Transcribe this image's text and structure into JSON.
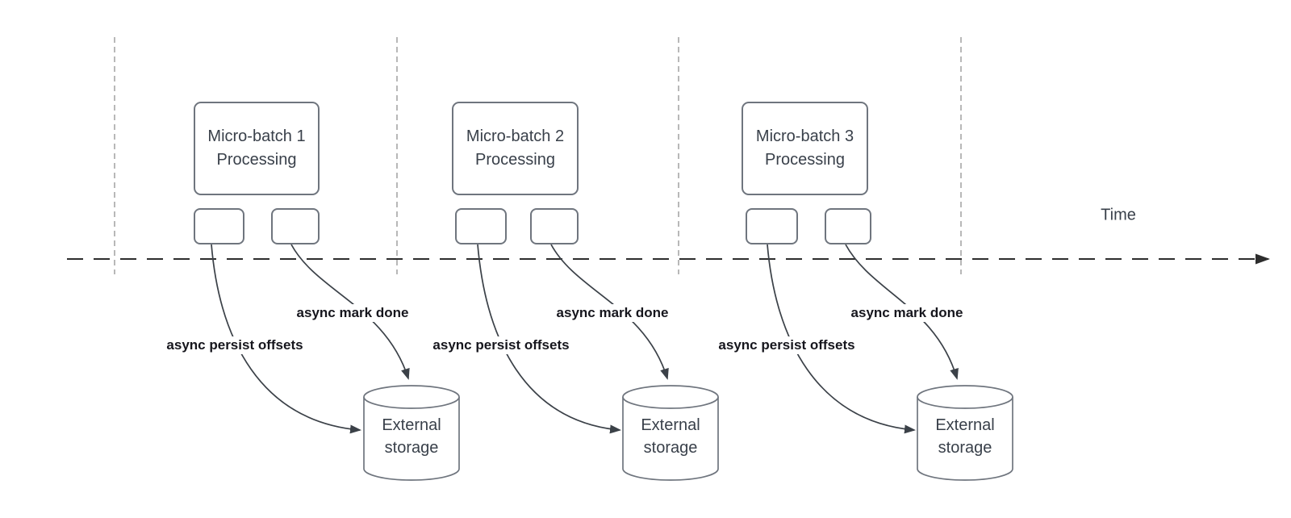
{
  "diagram": {
    "time_axis_label": "Time",
    "clusters": [
      {
        "title_line1": "Micro-batch 1",
        "title_line2": "Processing",
        "persist_label": "async persist offsets",
        "done_label": "async mark done",
        "storage_line1": "External",
        "storage_line2": "storage"
      },
      {
        "title_line1": "Micro-batch 2",
        "title_line2": "Processing",
        "persist_label": "async persist offsets",
        "done_label": "async mark done",
        "storage_line1": "External",
        "storage_line2": "storage"
      },
      {
        "title_line1": "Micro-batch 3",
        "title_line2": "Processing",
        "persist_label": "async persist offsets",
        "done_label": "async mark done",
        "storage_line1": "External",
        "storage_line2": "storage"
      }
    ],
    "colors": {
      "box_border": "#6f757e",
      "box_text": "#39404a",
      "edge_stroke": "#3b4148",
      "time_axis_stroke": "#2d2d2d",
      "guide_line_stroke": "#a6a6a6",
      "edge_label_text": "#16161d",
      "background": "#ffffff"
    }
  }
}
